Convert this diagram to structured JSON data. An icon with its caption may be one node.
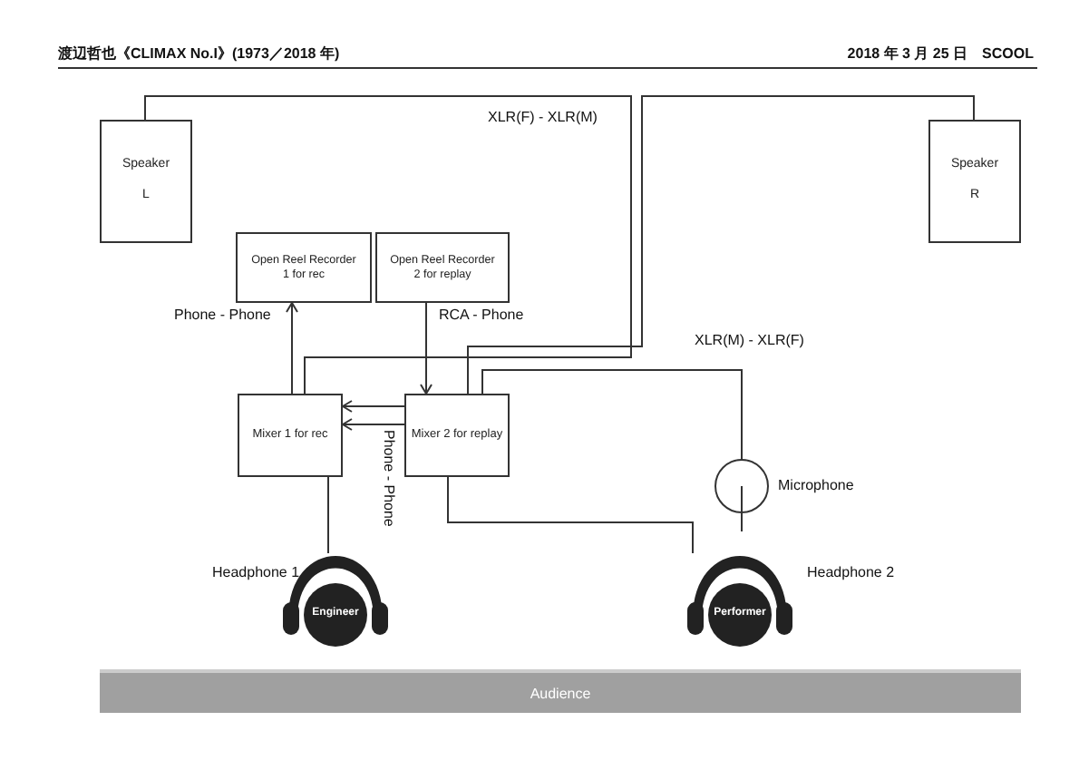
{
  "diagram": {
    "title": "渡辺哲也《CLIMAX No.I》(1973／2018 年)",
    "nodes": [
      {
        "text": [
          "Speaker",
          "L"
        ]
      },
      {
        "text": [
          "Open Reel Recorder 1 for rec"
        ]
      },
      {
        "text": [
          "Open Reel Recorder 2 for replay"
        ]
      },
      {
        "text": [
          "Speaker",
          "R"
        ]
      },
      {
        "text": [
          "Mixer 1 for rec"
        ]
      },
      {
        "text": [
          "Mixer 2 for replay"
        ]
      },
      {
        "text": [],
        "shape": "circle",
        "beside": [
          "Microphone"
        ]
      },
      {
        "text": [
          "Engineer"
        ],
        "beside": [
          "Headphone 1"
        ]
      },
      {
        "text": [
          "Performer"
        ],
        "beside": [
          "Headphone 2"
        ]
      },
      {
        "text": [
          "Audience"
        ]
      }
    ],
    "edges": [
      {
        "from": 4,
        "to": 1,
        "arrow": "to",
        "label": "Phone - Phone"
      },
      {
        "from": 2,
        "to": 5,
        "arrow": "to",
        "label": "RCA - Phone"
      },
      {
        "from": 5,
        "to": 4,
        "arrow": "to"
      },
      {
        "from": 5,
        "to": 4,
        "arrow": "to",
        "label": "Phone - Phone"
      },
      {
        "from": 4,
        "to": 0,
        "arrow": "none",
        "label": "XLR(F) - XLR(M)"
      },
      {
        "from": 5,
        "to": 3,
        "arrow": "none"
      },
      {
        "from": 5,
        "to": 6,
        "arrow": "none",
        "label": "XLR(M) - XLR(F)"
      },
      {
        "from": 4,
        "to": 7,
        "arrow": "none"
      },
      {
        "from": 5,
        "to": 8,
        "arrow": "none"
      }
    ],
    "labels": [
      "2018 年 3 月 25 日　SCOOL"
    ]
  }
}
